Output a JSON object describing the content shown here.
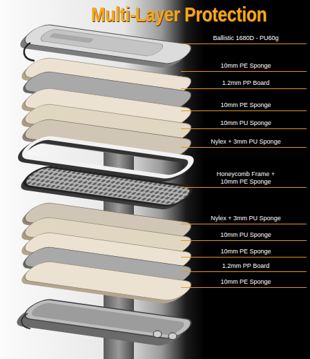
{
  "diagram": {
    "title": "Multi-Layer Protection",
    "labels": [
      "Ballistic 1680D - PU60g",
      "10mm PE Sponge",
      "1.2mm PP Board",
      "10mm PE Sponge",
      "10mm PU Sponge",
      "Nylex + 3mm PU Sponge",
      "Honeycomb Frame + 10mm PE Sponge",
      "Nylex + 3mm PU Sponge",
      "10mm PU Sponge",
      "10mm PE Sponge",
      "1.2mm PP Board",
      "10mm PE Sponge"
    ]
  }
}
